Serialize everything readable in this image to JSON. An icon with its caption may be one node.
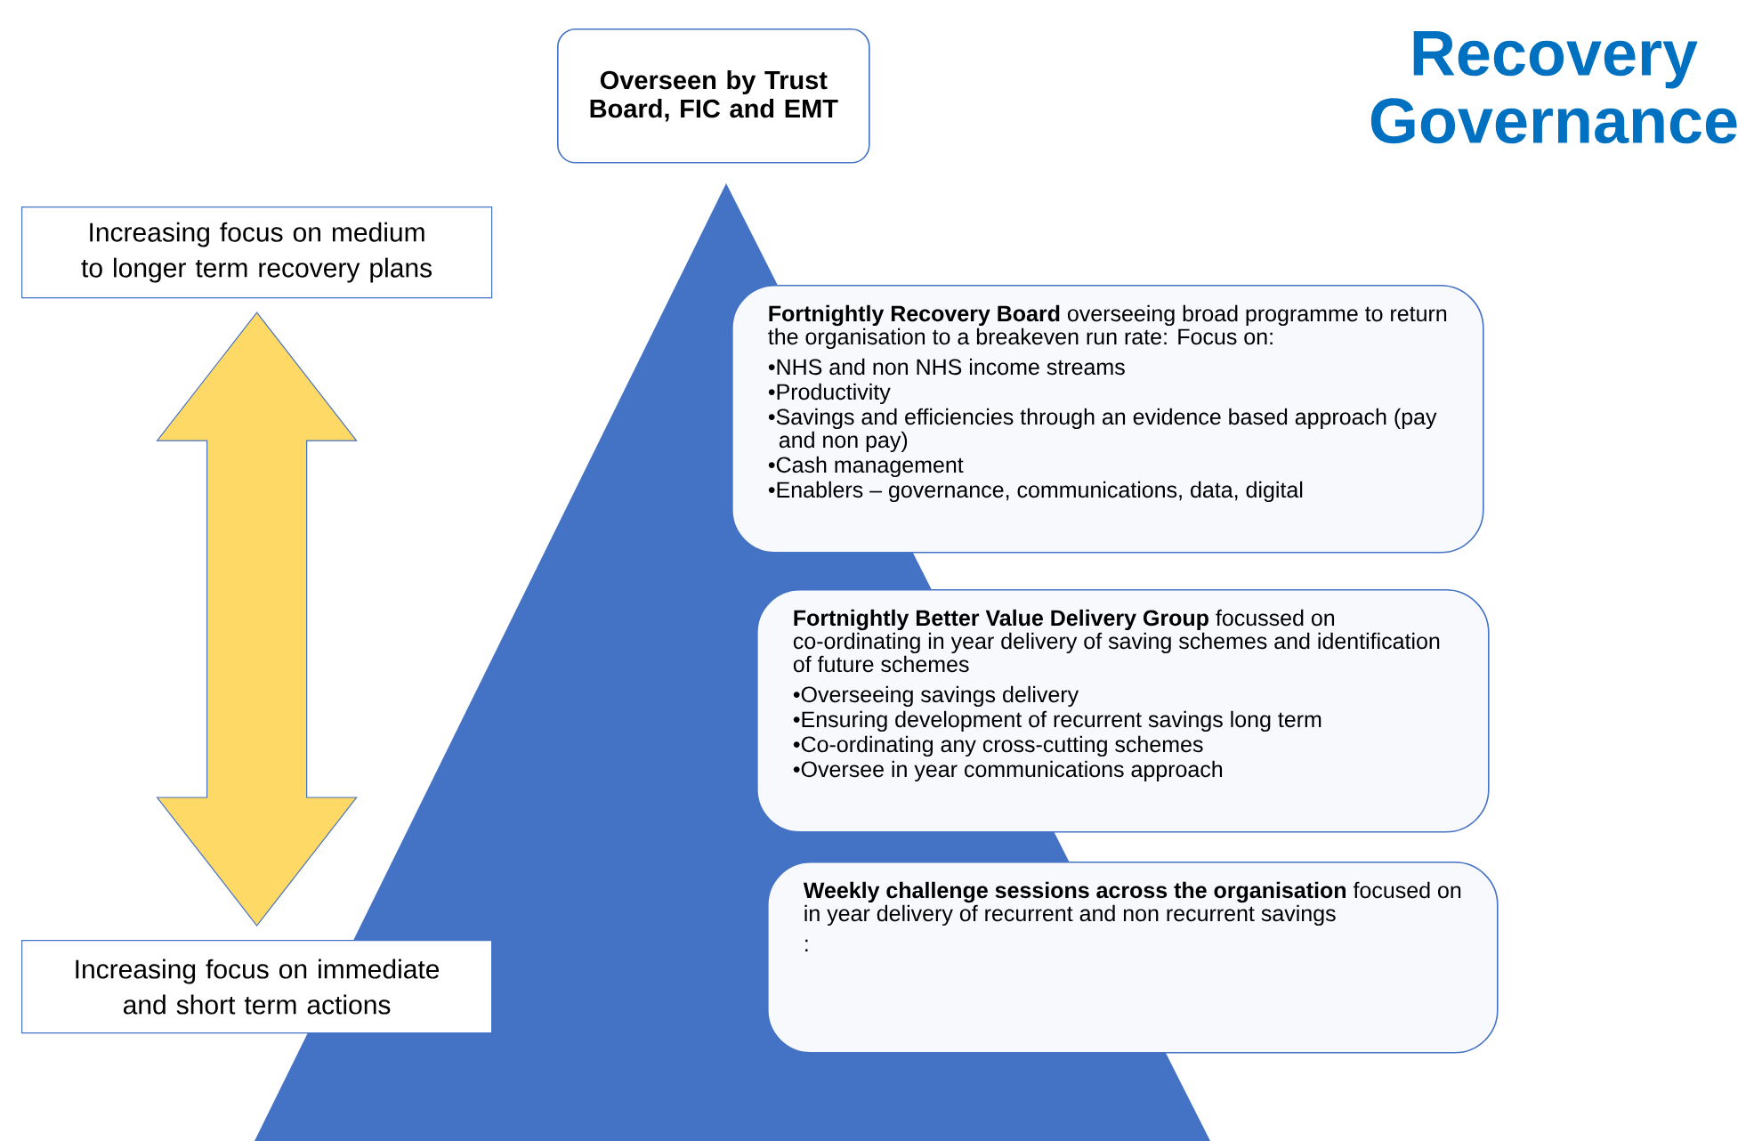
{
  "diagram": {
    "title": "Recovery Governance",
    "nodes": [
      {
        "text": [
          "Overseen by Trust Board, FIC and EMT"
        ]
      },
      {
        "text": [
          "Increasing focus on medium to longer term recovery plans"
        ]
      },
      {
        "text": [
          "Increasing focus on immediate and short term actions"
        ]
      },
      {
        "text": [
          "**Fortnightly Recovery Board** overseeing broad programme to return the organisation to a breakeven run rate: Focus on:",
          "•NHS and non NHS income streams",
          "•Productivity",
          "•Savings and efficiencies through an evidence based approach (pay and non pay)",
          "•Cash management",
          "•Enablers – governance, communications, data, digital"
        ]
      },
      {
        "text": [
          "**Fortnightly Better Value Delivery Group** focussed on co-ordinating in year delivery of saving schemes and identification of future schemes",
          "•Overseeing savings delivery",
          "•Ensuring development of recurrent savings long term",
          "•Co-ordinating any cross-cutting schemes",
          "•Oversee in year communications approach"
        ]
      },
      {
        "text": [
          "**Weekly challenge sessions across the organisation** focused on in year delivery of recurrent and non recurrent savings",
          ":"
        ]
      }
    ],
    "edges": [
      {
        "from": 1,
        "to": 2,
        "arrow": "both"
      }
    ]
  }
}
